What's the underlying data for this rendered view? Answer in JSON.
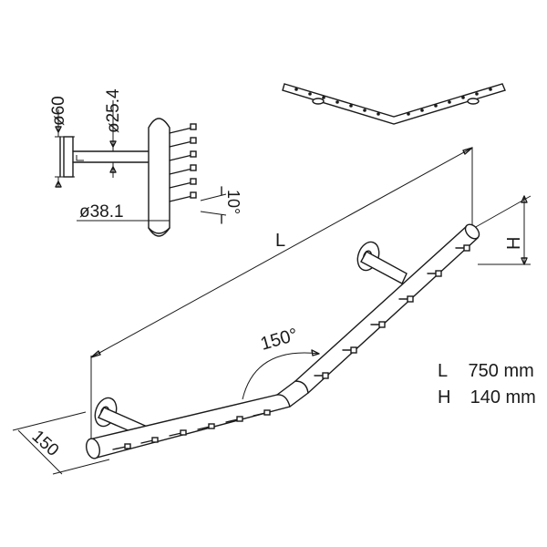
{
  "detail": {
    "d_flange": "ø60",
    "d_post": "ø25.4",
    "d_rail": "ø38.1",
    "angle_pin": "10°"
  },
  "main": {
    "dim_length": "L",
    "dim_height": "H",
    "dim_offset": "150",
    "angle_bend": "150°"
  },
  "specs": [
    {
      "key": "L",
      "value": "750 mm"
    },
    {
      "key": "H",
      "value": "140 mm"
    }
  ]
}
